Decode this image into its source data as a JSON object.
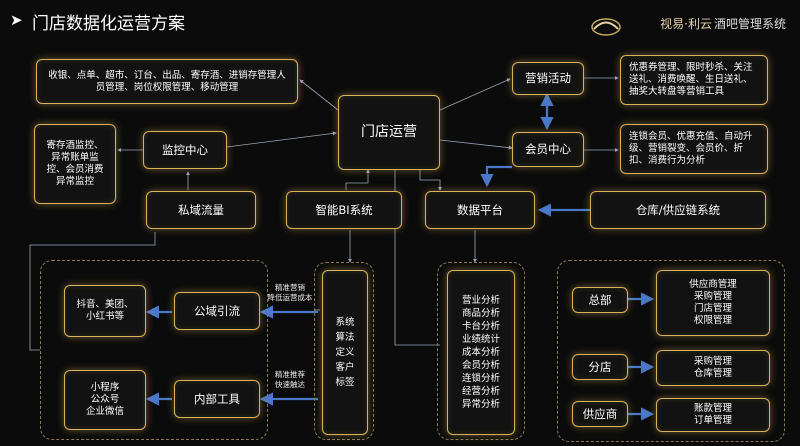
{
  "header": {
    "title": "门店数据化运营方案",
    "arrow": "➤",
    "brand_a": "视易",
    "brand_sep": "·",
    "brand_b": "利云",
    "brand_c": "酒吧管理系统"
  },
  "nodes": {
    "ops_box": "收银、点单、超市、订台、出品、寄存酒、进销存管理人员管理、岗位权限管理、移动管理",
    "store_ops": "门店运营",
    "marketing": "营销活动",
    "marketing_desc": "优惠券管理、限时秒杀、关注送礼、消费唤醒、生日送礼、抽奖大转盘等营销工具",
    "member": "会员中心",
    "member_desc": "连锁会员、优惠充值、自动升级、营销裂变、会员价、折扣、消费行为分析",
    "monitor_desc": "寄存酒监控、异常账单监控、会员消费异常监控",
    "monitor": "监控中心",
    "private": "私域流量",
    "bi": "智能BI系统",
    "data": "数据平台",
    "supply": "仓库/供应链系统",
    "platforms": "抖音、美团、小红书等",
    "public_traffic": "公域引流",
    "mini": "小程序\n公众号\n企业微信",
    "internal": "内部工具",
    "system": "系统\n算法\n定义\n客户\n标签",
    "analysis": "营业分析\n商品分析\n卡台分析\n业绩统计\n成本分析\n会员分析\n连锁分析\n经营分析\n异常分析",
    "hq": "总部",
    "hq_desc": "供应商管理\n采购管理\n门店管理\n权限管理",
    "branch": "分店",
    "branch_desc": "采购管理\n仓库管理",
    "supplier": "供应商",
    "supplier_desc": "账款管理\n订单管理"
  },
  "labels": {
    "precise_marketing": "精准营销\n降低运营成本",
    "precise_push": "精准推荐\n快速触达"
  },
  "colors": {
    "gold": "#d9b25a",
    "arrow_blue": "#4a78c8",
    "line_gray": "#9aa4b8"
  }
}
